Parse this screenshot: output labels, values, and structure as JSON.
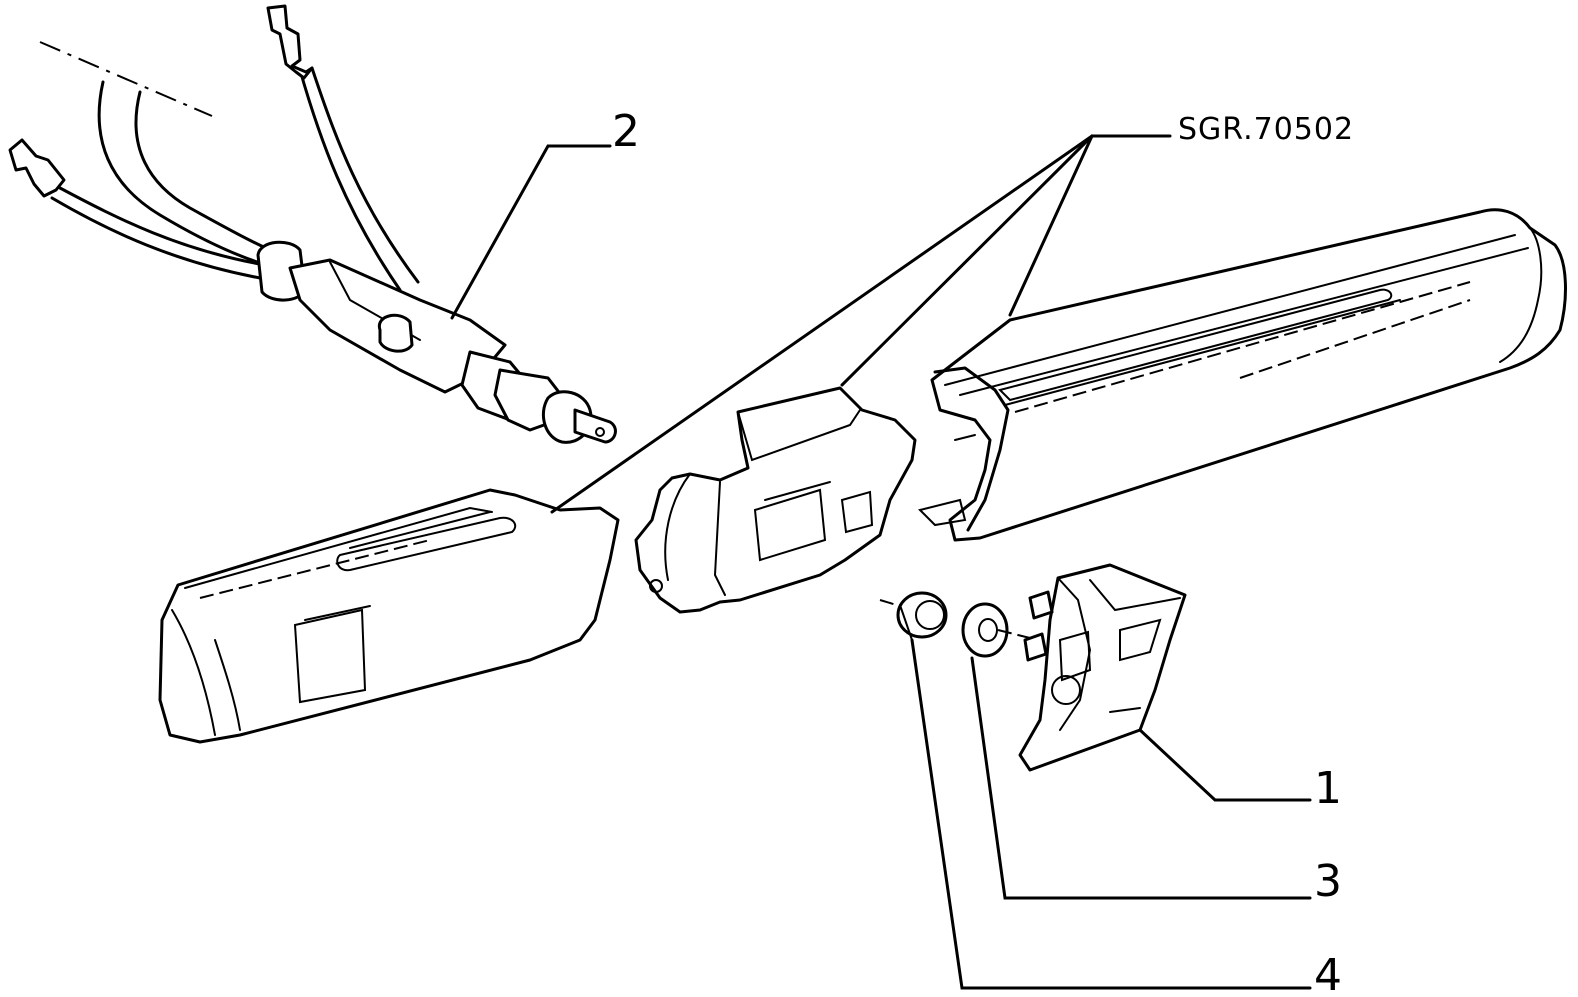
{
  "diagram": {
    "reference_code": "SGR.70502",
    "callouts": [
      {
        "id": "1",
        "label": "1"
      },
      {
        "id": "2",
        "label": "2"
      },
      {
        "id": "3",
        "label": "3"
      },
      {
        "id": "4",
        "label": "4"
      }
    ],
    "icons": [
      "wiring-harness",
      "armrest-front-cover",
      "armrest-hinge-bracket",
      "armrest-rear-section",
      "mounting-bracket",
      "washer",
      "nut"
    ]
  }
}
